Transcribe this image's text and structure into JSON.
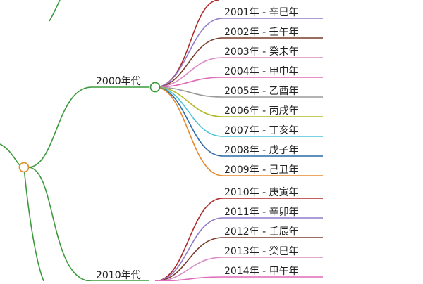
{
  "mindmap": {
    "trunk_color": "#3c9a3c",
    "groups": [
      {
        "label": "2000年代",
        "items": [
          {
            "text": "2001年 - 辛巳年",
            "color": "#8f7bc9"
          },
          {
            "text": "2002年 - 壬午年",
            "color": "#7a3d2c"
          },
          {
            "text": "2003年 - 癸未年",
            "color": "#d98cc4"
          },
          {
            "text": "2004年 - 甲申年",
            "color": "#e06ab9"
          },
          {
            "text": "2005年 - 乙酉年",
            "color": "#9a9a9a"
          },
          {
            "text": "2006年 - 丙戌年",
            "color": "#b3ba2a"
          },
          {
            "text": "2007年 - 丁亥年",
            "color": "#4cc4d8"
          },
          {
            "text": "2008年 - 戊子年",
            "color": "#2d6aa8"
          },
          {
            "text": "2009年 - 己丑年",
            "color": "#e68a2e"
          }
        ]
      },
      {
        "label": "2010年代",
        "items": [
          {
            "text": "2010年 - 庚寅年",
            "color": "#b02a2a"
          },
          {
            "text": "2011年 - 辛卯年",
            "color": "#8f7bc9"
          },
          {
            "text": "2012年 - 壬辰年",
            "color": "#7a3d2c"
          },
          {
            "text": "2013年 - 癸巳年",
            "color": "#d98cc4"
          },
          {
            "text": "2014年 - 甲午年",
            "color": "#e06ab9"
          }
        ]
      }
    ],
    "top_partial_branch_color": "#b02a2a"
  }
}
